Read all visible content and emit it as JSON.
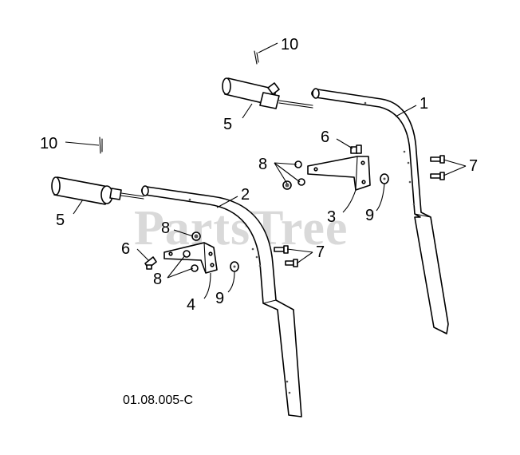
{
  "diagram": {
    "drawing_code": "01.08.005-C",
    "watermark": "PartsTree",
    "watermark_tm": "™",
    "callouts": {
      "c1": "1",
      "c2": "2",
      "c3": "3",
      "c4": "4",
      "c5a": "5",
      "c5b": "5",
      "c6a": "6",
      "c6b": "6",
      "c7a": "7",
      "c7b": "7",
      "c8a": "8",
      "c8b": "8",
      "c8c": "8",
      "c9a": "9",
      "c9b": "9",
      "c10a": "10",
      "c10b": "10"
    }
  }
}
